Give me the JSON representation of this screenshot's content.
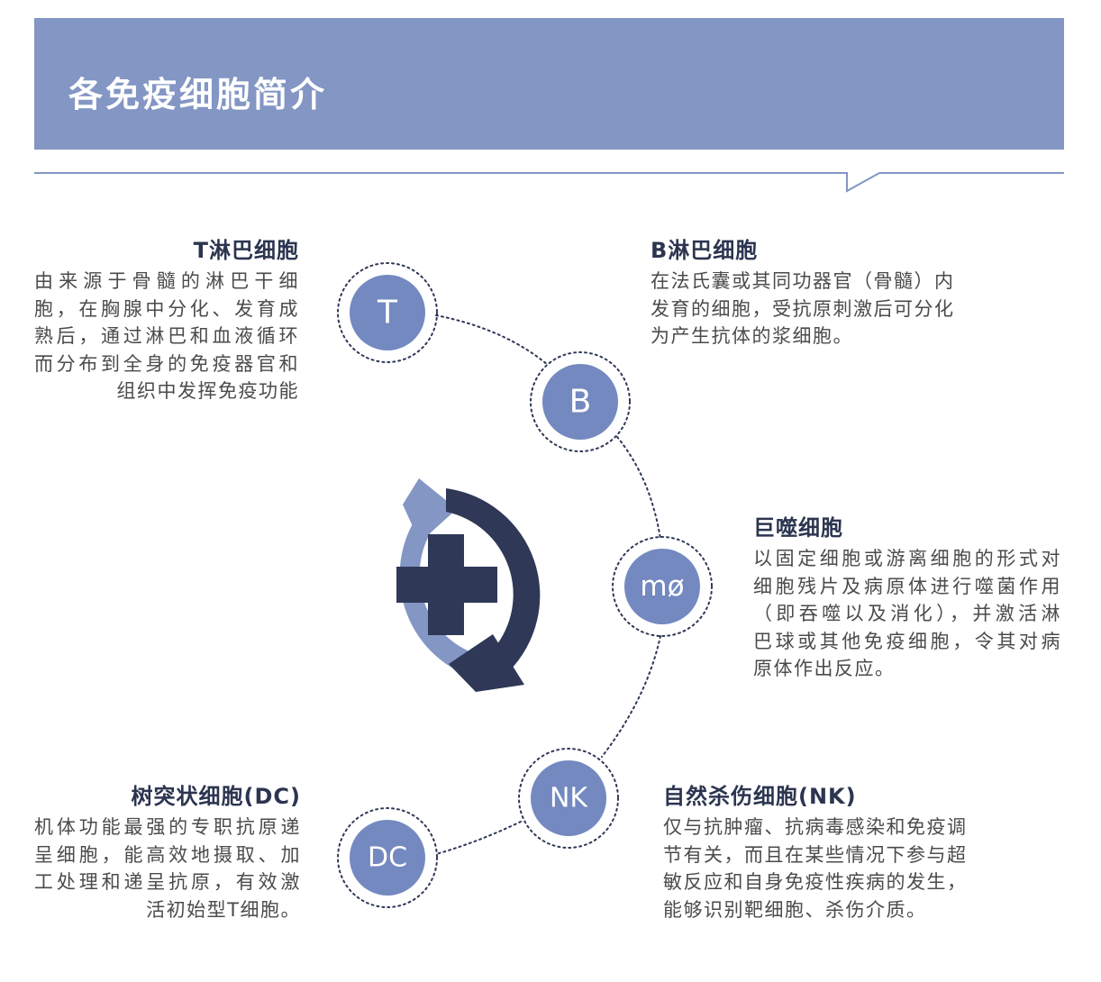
{
  "header": {
    "title": "各免疫细胞简介",
    "band_color": "#8396c4"
  },
  "colors": {
    "node_fill": "#7489c0",
    "dark_navy": "#2f3856",
    "light_arrow": "#8396c4",
    "dotted_line": "#2f3856"
  },
  "center_icon": {
    "name": "medical-cross-refresh-icon"
  },
  "nodes": [
    {
      "id": "t",
      "label": "T"
    },
    {
      "id": "b",
      "label": "B"
    },
    {
      "id": "mo",
      "label": "mø"
    },
    {
      "id": "nk",
      "label": "NK"
    },
    {
      "id": "dc",
      "label": "DC"
    }
  ],
  "cells": {
    "t": {
      "title": "T淋巴细胞",
      "lines": [
        "由来源于骨髓的淋巴干细",
        "胞，在胸腺中分化、发育成",
        "熟后，通过淋巴和血液循环",
        "而分布到全身的免疫器官和",
        "组织中发挥免疫功能"
      ]
    },
    "b": {
      "title": "B淋巴细胞",
      "lines": [
        "在法氏囊或其同功器官（骨髓）内",
        "发育的细胞，受抗原刺激后可分化",
        "为产生抗体的浆细胞。"
      ]
    },
    "mo": {
      "title": "巨噬细胞",
      "lines": [
        "以固定细胞或游离细胞的形式对",
        "细胞残片及病原体进行噬菌作用",
        "（即吞噬以及消化），并激活淋",
        "巴球或其他免疫细胞，令其对病",
        "原体作出反应。"
      ]
    },
    "nk": {
      "title": "自然杀伤细胞(NK)",
      "lines": [
        "仅与抗肿瘤、抗病毒感染和免疫调",
        "节有关，而且在某些情况下参与超",
        "敏反应和自身免疫性疾病的发生，",
        "能够识别靶细胞、杀伤介质。"
      ]
    },
    "dc": {
      "title": "树突状细胞(DC)",
      "lines": [
        "机体功能最强的专职抗原递",
        "呈细胞，能高效地摄取、加",
        "工处理和递呈抗原，有效激",
        "活初始型T细胞。"
      ]
    }
  }
}
